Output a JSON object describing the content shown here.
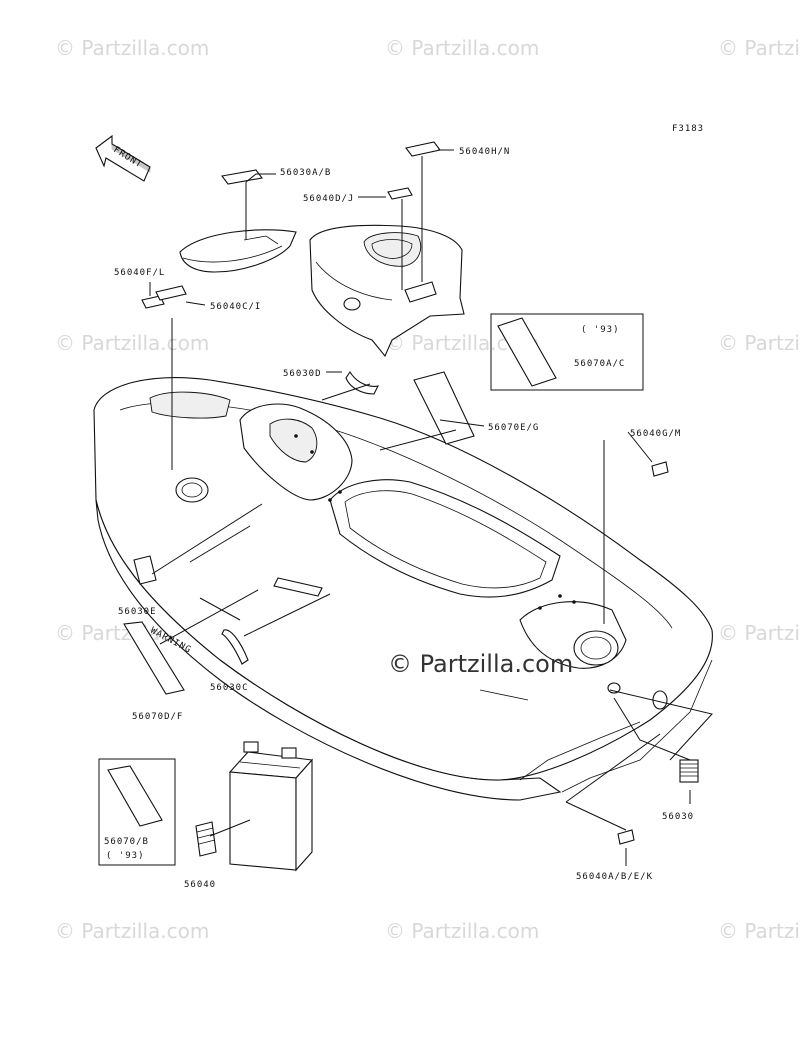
{
  "figure_code": "F3183",
  "front_label": "FRONT",
  "warning_text": "WARNING",
  "watermark": "© Partzilla.com",
  "center_watermark": "© Partzilla.com",
  "callouts": {
    "c56030AB": "56030A/B",
    "c56040HN": "56040H/N",
    "c56040DJ": "56040D/J",
    "c56040FL": "56040F/L",
    "c56040CI": "56040C/I",
    "c56030D": "56030D",
    "c56070AC": "56070A/C",
    "year93a": "( '93)",
    "c56070EG": "56070E/G",
    "c56040GM": "56040G/M",
    "c56030E": "56030E",
    "c56070DF": "56070D/F",
    "c56030C": "56030C",
    "c56030": "56030",
    "c56070B": "56070/B",
    "year93b": "( '93)",
    "c56040": "56040",
    "c56040ABEK": "56040A/B/E/K"
  }
}
